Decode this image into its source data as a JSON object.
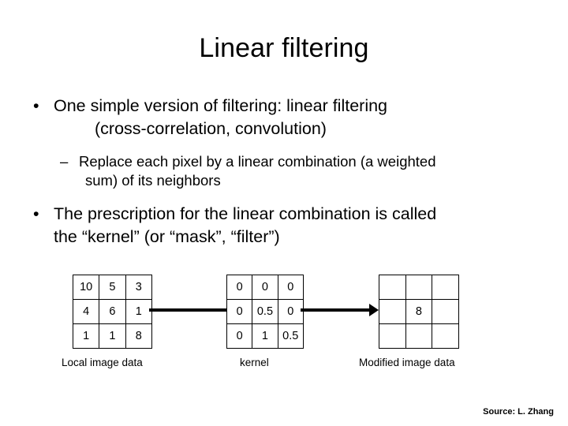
{
  "slide": {
    "title": "Linear filtering",
    "bullets": {
      "b1_line1": "One simple version of filtering:  linear filtering",
      "b1_line2": "(cross-correlation, convolution)",
      "b1_marker": "•",
      "b2_marker": "–",
      "b2_line1": "Replace each pixel by a linear combination (a weighted",
      "b2_line2": "sum) of its neighbors",
      "b3_marker": "•",
      "b3_line1": "The prescription for the linear combination is called",
      "b3_line2": "the “kernel” (or “mask”, “filter”)"
    },
    "diagram": {
      "input_matrix": {
        "caption": "Local image data",
        "rows": [
          [
            "10",
            "5",
            "3"
          ],
          [
            "4",
            "6",
            "1"
          ],
          [
            "1",
            "1",
            "8"
          ]
        ]
      },
      "kernel_matrix": {
        "caption": "kernel",
        "rows": [
          [
            "0",
            "0",
            "0"
          ],
          [
            "0",
            "0.5",
            "0"
          ],
          [
            "0",
            "1",
            "0.5"
          ]
        ]
      },
      "output_matrix": {
        "caption": "Modified image data",
        "rows": [
          [
            "",
            "",
            ""
          ],
          [
            "",
            "8",
            ""
          ],
          [
            "",
            "",
            ""
          ]
        ]
      },
      "connector_1_name": "plain-line",
      "connector_2_name": "right-arrow"
    },
    "source": "Source: L. Zhang",
    "colors": {
      "background": "#ffffff",
      "text": "#000000",
      "grid_line": "#000000"
    }
  }
}
